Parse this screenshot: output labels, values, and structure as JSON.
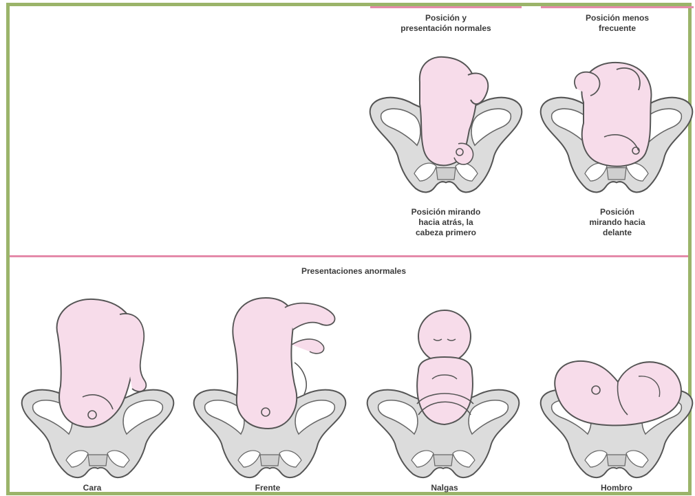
{
  "top": {
    "normal": {
      "title_line1": "Posición y",
      "title_line2": "presentación  normales",
      "caption_line1": "Posición mirando",
      "caption_line2": "hacia atrás, la",
      "caption_line3": "cabeza primero"
    },
    "less_frequent": {
      "title_line1": "Posición menos",
      "title_line2": "frecuente",
      "caption_line1": "Posición",
      "caption_line2": "mirando hacia",
      "caption_line3": "delante"
    }
  },
  "bottom": {
    "heading": "Presentaciones anormales",
    "items": [
      {
        "label": "Cara"
      },
      {
        "label": "Frente"
      },
      {
        "label": "Nalgas"
      },
      {
        "label": "Hombro"
      }
    ]
  },
  "colors": {
    "frame": "#9bb46a",
    "accent": "#e48aa9",
    "fetus": "#f7dcea",
    "pelvis": "#dcdcdc",
    "outline": "#555555"
  }
}
